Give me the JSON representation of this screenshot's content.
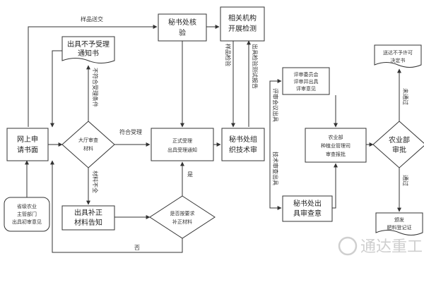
{
  "nodes": {
    "wangshang": [
      "网上申",
      "请书面"
    ],
    "shengji": [
      "省级农业",
      "主管部门",
      "出具初审意见"
    ],
    "buyu_tongzhi": [
      "出具不予受理",
      "通知书"
    ],
    "dating": [
      "大厅审查",
      "材料"
    ],
    "buzheng": [
      "出具补正",
      "材料告知"
    ],
    "shifou": [
      "是否按要求",
      "补正材料"
    ],
    "zhengshi": [
      "正式受理",
      "出具受理通知"
    ],
    "mishu_he": [
      "秘书处核",
      "验"
    ],
    "xiangguan": [
      "相关机构",
      "开展检测"
    ],
    "mishu_zuzhi": [
      "秘书处组",
      "织技术审"
    ],
    "pingshen_box": [
      "评审委员会",
      "评审并出具",
      "评审意见"
    ],
    "nongye_sh": [
      "农业部",
      "种植业管理司",
      "审查报批"
    ],
    "mishu_chu": [
      "秘书处出",
      "具审查意"
    ],
    "nongye_sp": [
      "农业部",
      "审批"
    ],
    "songda": [
      "送达不予许可",
      "决定书"
    ],
    "banfa": [
      "颁发",
      "肥料登记证"
    ]
  },
  "edge_labels": {
    "yangpin_songjiao": "样品送交",
    "fuhe_shouli": "符合受理",
    "bufuhe": "不符合受理条件",
    "cailiao_buqi": "材料不全",
    "shi": "是",
    "fou": "否",
    "yangpin_jianyan": "样品检验",
    "chuju_jianyan": "出具检验测试报告",
    "pingshen_huiyi": "评审会议出具",
    "jishu_shencha": "技术审查出具",
    "wei_tongguo": "未通过",
    "tongguo": "通过"
  },
  "watermark": "通达重工"
}
